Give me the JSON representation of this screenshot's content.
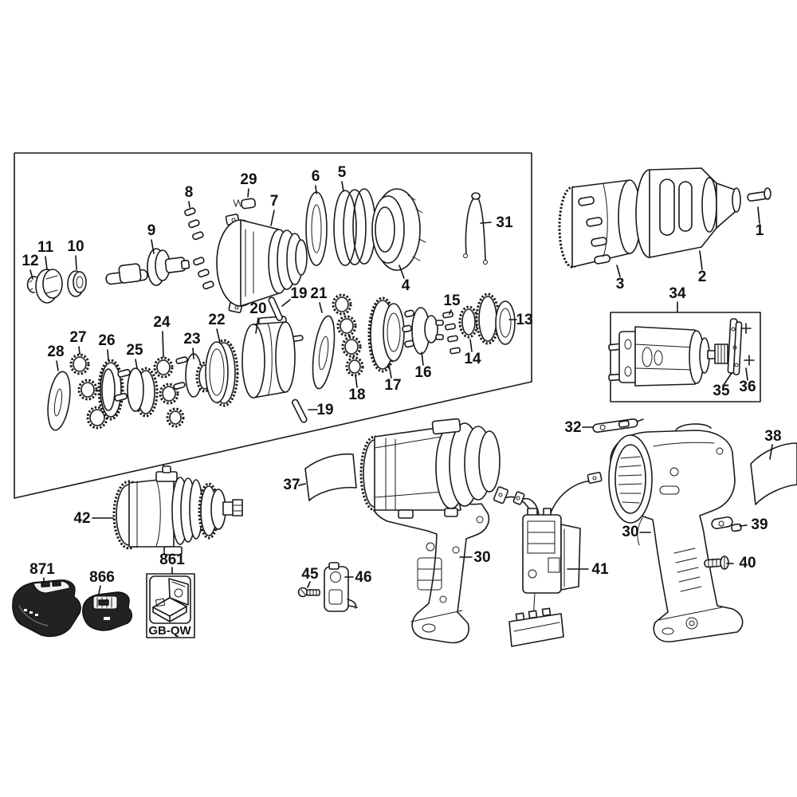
{
  "diagram": {
    "type": "exploded-parts-diagram",
    "background_color": "#ffffff",
    "line_color": "#1a1a1a",
    "callouts": {
      "p1": "1",
      "p2": "2",
      "p3": "3",
      "p4": "4",
      "p5": "5",
      "p6": "6",
      "p7": "7",
      "p8": "8",
      "p9": "9",
      "p10": "10",
      "p11": "11",
      "p12": "12",
      "p13": "13",
      "p14": "14",
      "p15": "15",
      "p16": "16",
      "p17": "17",
      "p18": "18",
      "p19_upper": "19",
      "p19_lower": "19",
      "p20": "20",
      "p21": "21",
      "p22": "22",
      "p23": "23",
      "p24": "24",
      "p25": "25",
      "p26": "26",
      "p27": "27",
      "p28": "28",
      "p29": "29",
      "p30_left": "30",
      "p30_right": "30",
      "p31": "31",
      "p32": "32",
      "p34": "34",
      "p35": "35",
      "p36": "36",
      "p37": "37",
      "p38": "38",
      "p39": "39",
      "p40": "40",
      "p41": "41",
      "p42": "42",
      "p45": "45",
      "p46": "46",
      "p861": "861",
      "p866": "866",
      "p871": "871",
      "box_code": "GB-QW"
    }
  }
}
